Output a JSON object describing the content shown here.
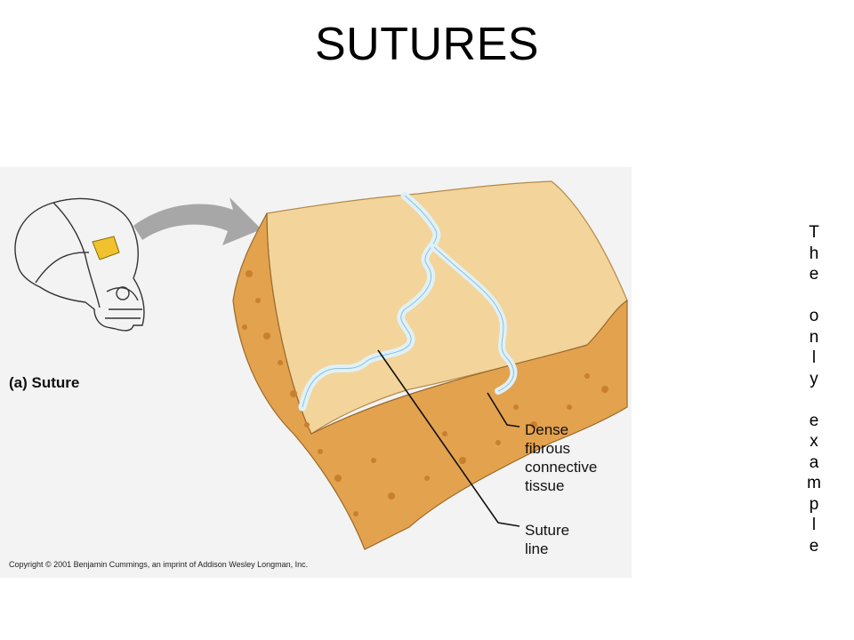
{
  "title": "SUTURES",
  "figure": {
    "panel_label": "(a) Suture",
    "label_dense": "Dense\nfibrous\nconnective\ntissue",
    "label_suture_line": "Suture\nline",
    "copyright": "Copyright © 2001 Benjamin Cummings, an imprint of Addison Wesley Longman, Inc."
  },
  "side_note": "The only example",
  "colors": {
    "bone_top": "#f3d49a",
    "bone_cut": "#e3a24e",
    "suture": "#dff1f8",
    "arrow": "#a7a7a7",
    "highlight": "#f0c22e"
  }
}
